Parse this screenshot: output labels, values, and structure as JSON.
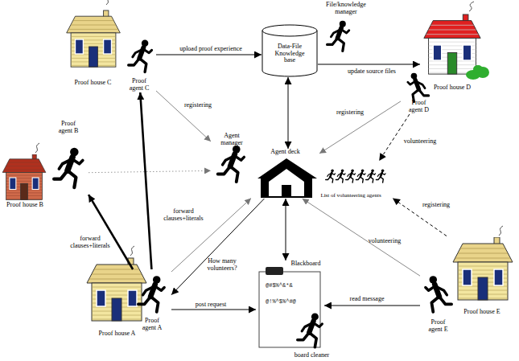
{
  "diagram": {
    "nodes": [
      {
        "text": [
          "Proof house C"
        ]
      },
      {
        "text": [
          "Proof agent C"
        ]
      },
      {
        "text": [
          "Data-File Knowledge base"
        ]
      },
      {
        "text": [
          "File/knowledge manager"
        ]
      },
      {
        "text": [
          "Proof house D"
        ]
      },
      {
        "text": [
          "Proof agent D"
        ]
      },
      {
        "text": [
          "Proof agent B"
        ]
      },
      {
        "text": [
          "Proof house B"
        ]
      },
      {
        "text": [
          "Agent manager"
        ]
      },
      {
        "text": [
          "Agent deck"
        ]
      },
      {
        "text": [
          "List of volunteering agents"
        ]
      },
      {
        "text": [
          "Proof house A"
        ]
      },
      {
        "text": [
          "Proof agent A"
        ]
      },
      {
        "text": [
          "Blackboard"
        ]
      },
      {
        "text": [
          "board cleaner"
        ]
      },
      {
        "text": [
          "Proof house E"
        ]
      },
      {
        "text": [
          "Proof agent E"
        ]
      }
    ],
    "edges": [
      {
        "from": 1,
        "to": 2,
        "label": "upload proof experience",
        "arrow": "to"
      },
      {
        "from": 2,
        "to": 4,
        "label": "update source files",
        "arrow": "to"
      },
      {
        "from": 1,
        "to": 8,
        "label": "registering",
        "arrow": "to"
      },
      {
        "from": 2,
        "to": 9,
        "arrow": "both"
      },
      {
        "from": 5,
        "to": 9,
        "label": "registering",
        "arrow": "to"
      },
      {
        "from": 5,
        "to": 10,
        "label": "volunteering",
        "arrow": "to"
      },
      {
        "from": 6,
        "to": 8,
        "arrow": "to"
      },
      {
        "from": 12,
        "to": 1,
        "label": "forward clauses+literals",
        "arrow": "to"
      },
      {
        "from": 12,
        "to": 6,
        "label": "forward clauses+literals",
        "arrow": "to"
      },
      {
        "from": 12,
        "to": 9,
        "arrow": "to"
      },
      {
        "from": 9,
        "to": 12,
        "label": "How many volunteers?",
        "arrow": "to"
      },
      {
        "from": 12,
        "to": 13,
        "label": "post request",
        "arrow": "to"
      },
      {
        "from": 9,
        "to": 13,
        "arrow": "both"
      },
      {
        "from": 16,
        "to": 13,
        "label": "read message",
        "arrow": "to"
      },
      {
        "from": 16,
        "to": 9,
        "label": "volunteering",
        "arrow": "to"
      },
      {
        "from": 15,
        "to": 10,
        "label": "registering",
        "arrow": "to"
      }
    ],
    "labels": [
      "@#$%^&*&",
      "@!%^$%^#@"
    ]
  }
}
